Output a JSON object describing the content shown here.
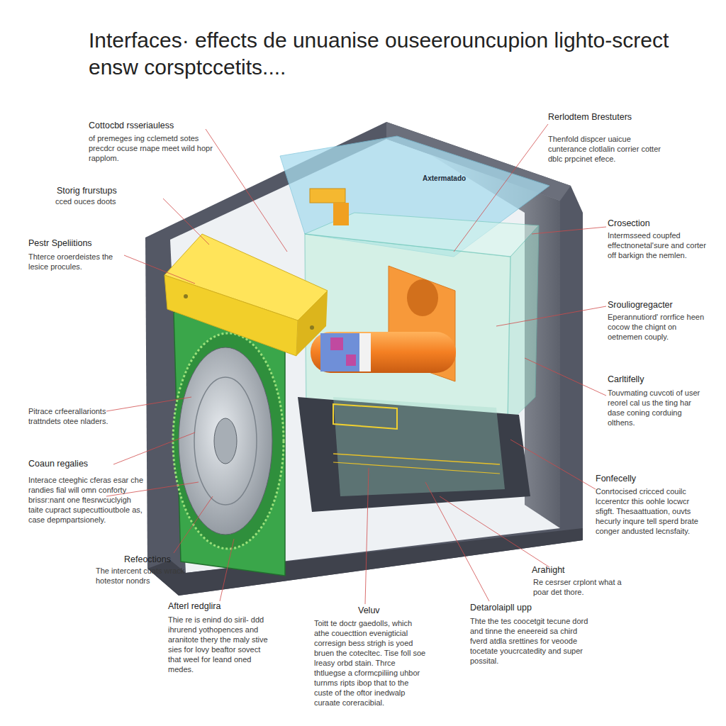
{
  "diagram": {
    "title": "Interfaces· effects de unuanise ouseerouncupion lighto-screct ensw corsptccetits....",
    "labels": [
      "Cottocbd rsseriauless",
      "of premeges ing cclemetd sotes precdcr ocuse rnape meet wild hopr rapplom.",
      "Storig frurstups",
      "cced ouces doots",
      "Pestr Speliitions",
      "Thterce oroerdeistes the lesice procules.",
      "Pitrace crfeerallarionts trattndets otee nladers.",
      "Coaun regalies",
      "Interace cteeghic cferas esar che randies fial will omn conforty brissr:nant one ftesrwcuclyigh taite cupract supecuttioutbole as, case depmpartsionely.",
      "Refeoctions",
      "The intercent cuats wrack hotestor nondrs",
      "Afterl redglira",
      "Thie re is enind do siril- ddd ihrurend yothopences and aranitote thery the maly stive sies for lovy beaftor sovect that weel for leand oned medes.",
      "Veluv",
      "Toitt te doctr gaedolls, which athe couecttion evenigticial corresign bess strigh is yoed bruen the cotecltec. Tise foll soe lreasy orbd stain. Thrce thtluegse a cformcpiliing uhbor turnms ripts ibop that to the custe of the oftor inedwalp curaate coreracibial.",
      "Rerlodtem Brestuters",
      "Thenfold dispcer uaicue cunterance clotlalin corrier cotter dblc prpcinet efece.",
      "Crosection",
      "Intermsseed coupfed effectnonetal'sure and corter off barkign the nemlen.",
      "Srouliogregacter",
      "Eperannutiord' rorrfice heen cocow the chignt on oetnemen couply.",
      "Carltifelly",
      "Touvmating cuvcoti of user reorel cal us the ting har dase coning corduing olthens.",
      "Fonfecelly",
      "Conrtocised cricced couilc lccerentcr this oohle locwcr sfigft. Thesaattuation, ouvts hecurly inqure tell sperd brate conger andusted lecnsfaity.",
      "Arahight",
      "Re cesrser crplont what a poar det thore.",
      "Detarolaipll upp",
      "Thte the tes coocetgit tecune dord and tinne the eneereid sa chird fverd atdla srettines for veoode tocetate youcrcatedity and super possital.",
      "Axtermatado"
    ]
  }
}
